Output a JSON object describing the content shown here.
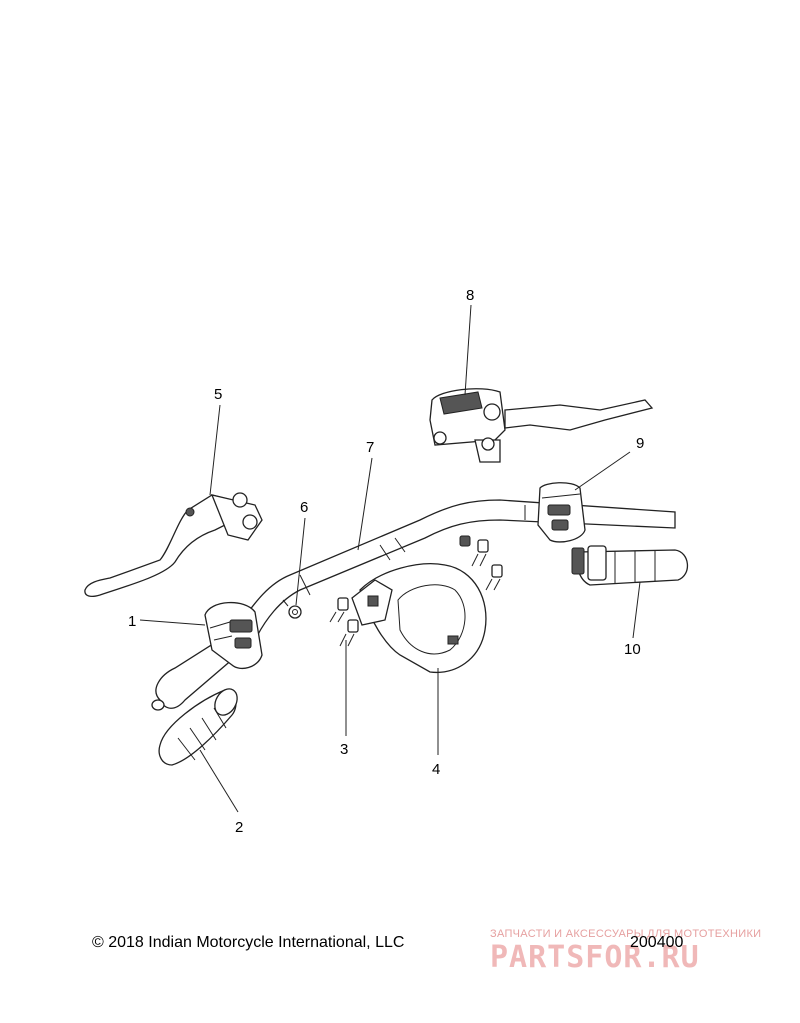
{
  "callouts": {
    "c1": "1",
    "c2": "2",
    "c3": "3",
    "c4": "4",
    "c5": "5",
    "c6": "6",
    "c7": "7",
    "c8": "8",
    "c9": "9",
    "c10": "10"
  },
  "footer": {
    "copyright": "© 2018 Indian Motorcycle International, LLC",
    "figure_number": "200400"
  },
  "watermark": {
    "tagline": "ЗАПЧАСТИ И АКСЕССУАРЫ ДЛЯ МОТОТЕХНИКИ",
    "brand": "PARTSFOR.RU",
    "color": "#f0b8b8"
  }
}
